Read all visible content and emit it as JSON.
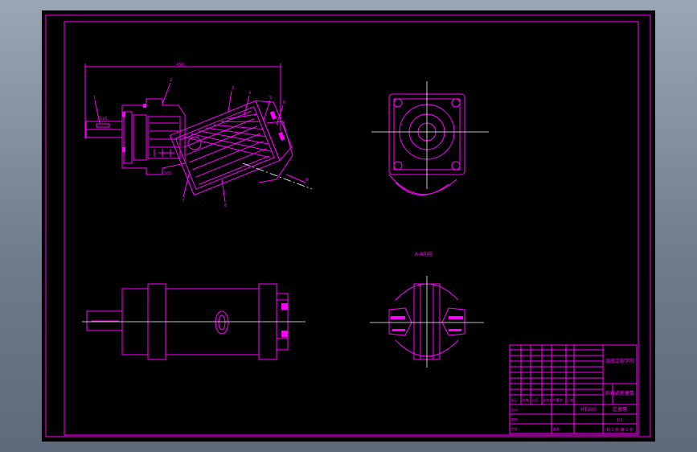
{
  "section_view": {
    "top_dimension": "450",
    "balloons": [
      "1",
      "2",
      "3",
      "4",
      "5",
      "6",
      "7",
      "8",
      "9"
    ],
    "left_label": "195",
    "bottom_label": "200"
  },
  "bottom_view": {
    "title": "A-A向视"
  },
  "title_block": {
    "drawing_title": "斜轴式柱塞泵",
    "part_name": "定量泵",
    "school": "湖南工程学院",
    "material": "HT200",
    "left_rows": [
      "标记",
      "处数",
      "分区",
      "更改文件号",
      "签名",
      "日期"
    ],
    "designer": "设计",
    "reviewer": "审核",
    "process": "工艺",
    "approve": "批准",
    "sheet": "共 1 张 第 1 张",
    "scale": "1:1"
  },
  "colors": {
    "line": "#ff00ff",
    "center": "#ffffff",
    "background": "#000000"
  }
}
